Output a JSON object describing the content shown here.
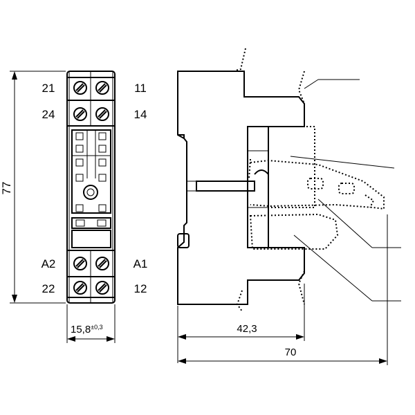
{
  "front_view": {
    "terminals": {
      "top_left": "21",
      "top_right": "11",
      "upper_left": "24",
      "upper_right": "14",
      "coil_left": "A2",
      "coil_right": "A1",
      "bottom_left": "22",
      "bottom_right": "12"
    },
    "height_dim": "77",
    "width_dim": "15,8",
    "width_tol": "±0,3"
  },
  "side_view": {
    "rail_depth_dim": "42,3",
    "total_depth_dim": "70"
  }
}
